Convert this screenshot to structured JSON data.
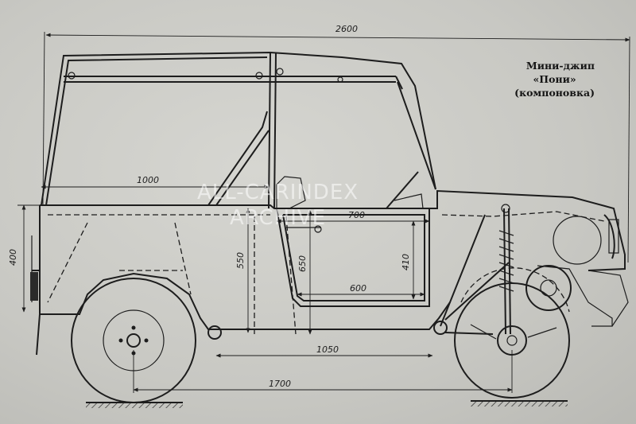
{
  "caption": {
    "line1": "Мини-джип",
    "line2": "«Пони»",
    "line3": "(компоновка)"
  },
  "dimensions": {
    "overall_length": "2600",
    "roof_frame_length": "1000",
    "door_top_length": "700",
    "door_bottom_length": "600",
    "rear_height": "400",
    "side_height": "550",
    "door_height": "650",
    "door_panel_height": "410",
    "floor_length": "1050",
    "wheelbase": "1700"
  },
  "watermark": {
    "line1": "ALL-CARINDEX",
    "line2": "ARCHIVE"
  }
}
